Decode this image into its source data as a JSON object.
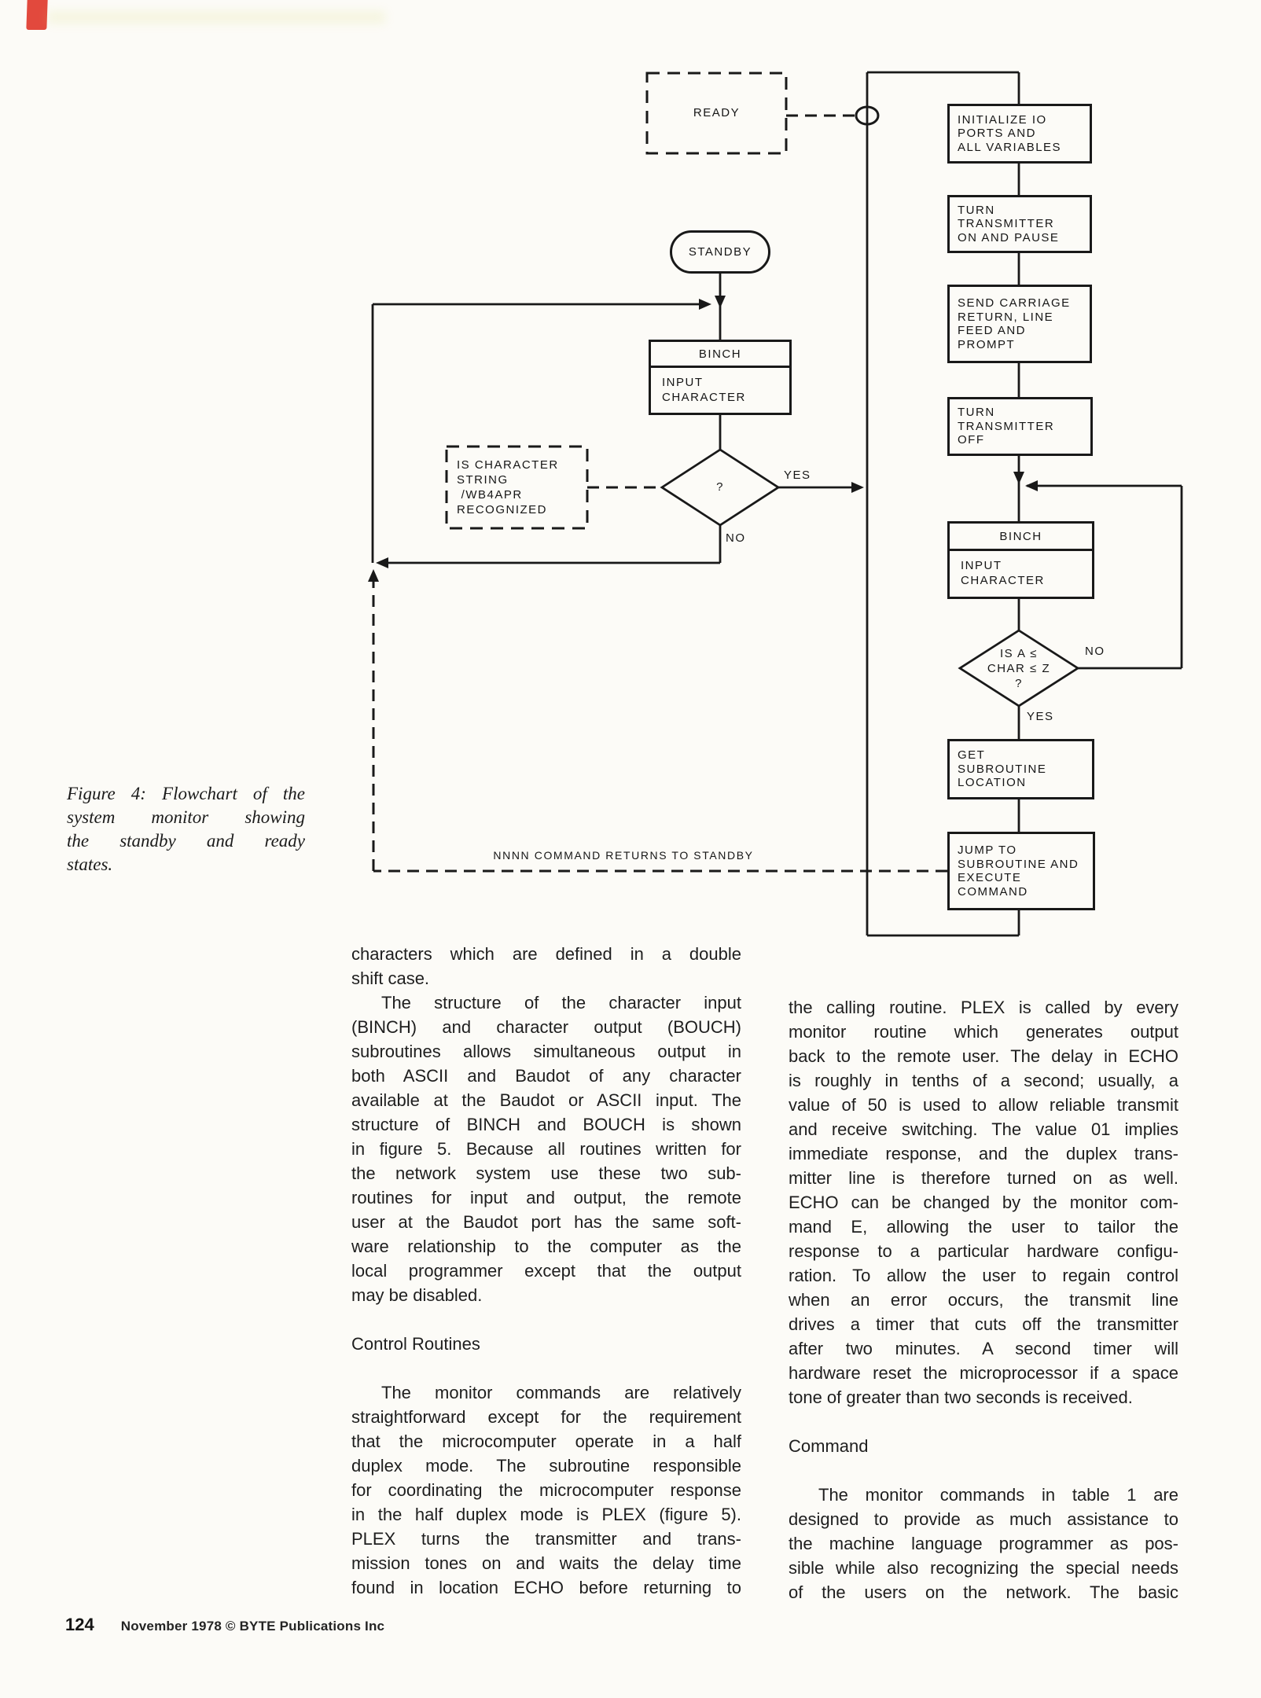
{
  "page": {
    "folio": "124",
    "copyright": "November 1978 © BYTE Publications Inc"
  },
  "figure_caption": {
    "lines": [
      "Figure 4: Flowchart of the",
      "system monitor showing",
      "the standby and ready",
      "states."
    ]
  },
  "flowchart": {
    "ready": "READY",
    "standby": "STANDBY",
    "binch_title": "BINCH",
    "binch_body": "INPUT\nCHARACTER",
    "wb4apr": "IS CHARACTER\nSTRING\n /WB4APR\nRECOGNIZED",
    "q_mark": "?",
    "init_io": "INITIALIZE IO\nPORTS AND\nALL VARIABLES",
    "tx_on": "TURN\nTRANSMITTER\nON AND PAUSE",
    "send_cr": "SEND CARRIAGE\nRETURN, LINE\nFEED AND\nPROMPT",
    "tx_off": "TURN\nTRANSMITTER\nOFF",
    "char_range": "IS A ≤\nCHAR ≤ Z\n?",
    "get_sub": "GET\nSUBROUTINE\nLOCATION",
    "jump": "JUMP TO\nSUBROUTINE AND\nEXECUTE\nCOMMAND",
    "yes1": "YES",
    "no1": "NO",
    "no2": "NO",
    "yes2": "YES",
    "return_note": "NNNN COMMAND RETURNS TO STANDBY"
  },
  "article": {
    "left": [
      {
        "type": "para",
        "indent": false,
        "justify_last": false,
        "lines": [
          "characters which are defined in a double",
          "shift case."
        ]
      },
      {
        "type": "para",
        "indent": true,
        "justify_last": false,
        "lines": [
          "The structure of the character input",
          "(BINCH) and character output (BOUCH)",
          "subroutines allows simultaneous output in",
          "both ASCII and Baudot of any character",
          "available at the Baudot or ASCII input. The",
          "structure of BINCH and BOUCH is shown",
          "in figure 5. Because all routines written for",
          "the network system use these two sub-",
          "routines for input and output, the remote",
          "user at the Baudot port has the same soft-",
          "ware relationship to the computer as the",
          "local programmer except that the output",
          "may be disabled."
        ]
      },
      {
        "type": "heading",
        "text": "Control Routines"
      },
      {
        "type": "para",
        "indent": true,
        "justify_last": true,
        "lines": [
          "The monitor commands are relatively",
          "straightforward except for the requirement",
          "that the microcomputer operate in a half",
          "duplex mode. The subroutine responsible",
          "for coordinating the microcomputer response",
          "in the half duplex mode is PLEX (figure 5).",
          "PLEX turns the transmitter and trans-",
          "mission tones on and waits the delay time",
          "found in location ECHO before returning to"
        ]
      }
    ],
    "right": [
      {
        "type": "para",
        "indent": false,
        "justify_last": false,
        "lines": [
          "the calling routine. PLEX is called by every",
          "monitor routine which generates output",
          "back to the remote user. The delay in ECHO",
          "is roughly in tenths of a second; usually, a",
          "value of 50 is used to allow reliable transmit",
          "and receive switching. The value 01 implies",
          "immediate response, and the duplex trans-",
          "mitter line is therefore turned on as well.",
          "ECHO can be changed by the monitor com-",
          "mand E, allowing the user to tailor the",
          "response to a particular hardware configu-",
          "ration. To allow the user to regain control",
          "when an error occurs, the transmit line",
          "drives a timer that cuts off the transmitter",
          "after two minutes. A second timer will",
          "hardware reset the microprocessor if a space",
          "tone of greater than two seconds is received."
        ]
      },
      {
        "type": "heading",
        "text": "Command"
      },
      {
        "type": "para",
        "indent": true,
        "justify_last": true,
        "lines": [
          "The monitor commands in table 1 are",
          "designed to provide as much assistance to",
          "the machine language programmer as pos-",
          "sible while also recognizing the special needs",
          "of the users on the network. The basic"
        ]
      }
    ]
  }
}
